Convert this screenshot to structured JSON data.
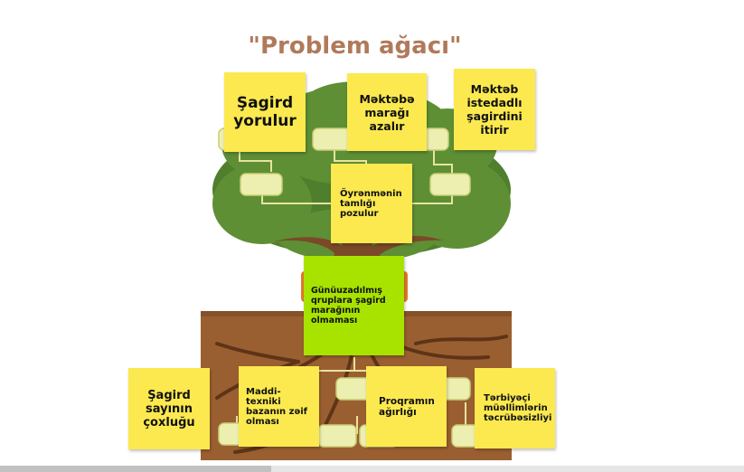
{
  "title": "\"Problem ağacı\"",
  "notes": {
    "effect_1": "Şagird yorulur",
    "effect_2": "Məktəbə marağı azalır",
    "effect_3": "Məktəb istedadlı şagirdini itirir",
    "effect_middle": "Öyrənmənin tamlığı pozulur",
    "core_problem": "Günüuzadılmış qruplara şagird marağının olmaması",
    "cause_1": "Şagird sayının çoxluğu",
    "cause_2": "Maddi-texniki bazanın zəif olması",
    "cause_3": "Proqramın ağırlığı",
    "cause_4": "Tərbiyəçi müəllimlərin təcrübəsizliyi"
  },
  "colors": {
    "title": "#b07a5a",
    "sticky_yellow": "#fbe94f",
    "sticky_green": "#a8e300",
    "foliage_dark": "#4f7f2c",
    "foliage": "#5e8f34",
    "trunk": "#7a4a28",
    "soil": "#9a5f30"
  }
}
